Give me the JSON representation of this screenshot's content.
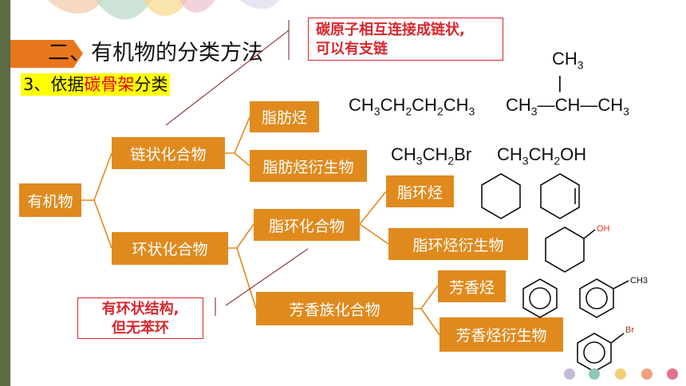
{
  "title": {
    "number": "二、",
    "text": "有机物的分类方法"
  },
  "subtitle": {
    "prefix": "3、依据",
    "highlight": "碳骨架",
    "suffix": "分类"
  },
  "tree": {
    "root": "有机物",
    "chain": "链状化合物",
    "ring": "环状化合物",
    "fatty_hydrocarbon": "脂肪烃",
    "fatty_derivative": "脂肪烃衍生物",
    "alicyclic": "脂环化合物",
    "alicyclic_hydrocarbon": "脂环烃",
    "alicyclic_derivative": "脂环烃衍生物",
    "aromatic": "芳香族化合物",
    "aromatic_hydrocarbon": "芳香烃",
    "aromatic_derivative": "芳香烃衍生物"
  },
  "notes": {
    "chain_line1": "碳原子相互连接成链状,",
    "chain_line2": "可以有支链",
    "ring_line1": "有环状结构,",
    "ring_line2": "但无苯环"
  },
  "formulas": {
    "butane": [
      "CH",
      "3",
      "CH",
      "2",
      "CH",
      "2",
      "CH",
      "3"
    ],
    "isobutane_top": [
      "CH",
      "3"
    ],
    "isobutane_bond": "|",
    "isobutane_main": [
      "CH",
      "3",
      "—CH—CH",
      "3"
    ],
    "bromoethane": [
      "CH",
      "3",
      "CH",
      "2",
      "Br"
    ],
    "ethanol": [
      "CH",
      "3",
      "CH",
      "2",
      "OH"
    ]
  },
  "structure_labels": {
    "oh": "OH",
    "methyl": "CH3",
    "bromo": "Br"
  },
  "colors": {
    "box": "#e08a1e",
    "accent": "#e8761c",
    "note_red": "#d9262c",
    "highlight": "#ffff00",
    "left_bar": "#5d6b45"
  }
}
